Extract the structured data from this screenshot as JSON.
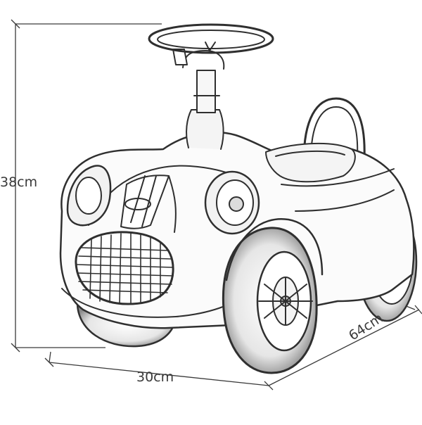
{
  "dimensions": {
    "height": "38cm",
    "width": "30cm",
    "depth": "64cm"
  },
  "colors": {
    "line": "#2f2f2f",
    "shade": "#9a9a9a",
    "background": "#ffffff"
  }
}
